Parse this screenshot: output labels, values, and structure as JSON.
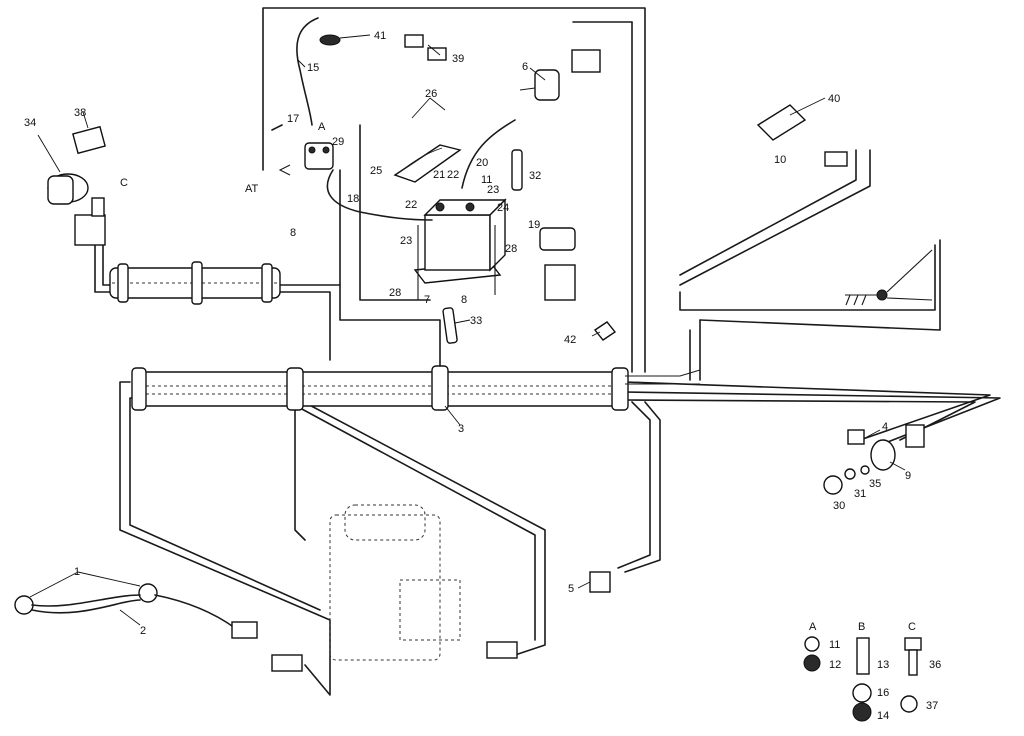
{
  "labels": {
    "p1": "1",
    "p2": "2",
    "p3": "3",
    "p4": "4",
    "p5": "5",
    "p6": "6",
    "p7": "7",
    "p8a": "8",
    "p8b": "8",
    "p9": "9",
    "p10": "10",
    "p11a": "11",
    "p11b": "11",
    "p12": "12",
    "p13": "13",
    "p14": "14",
    "p15": "15",
    "p16": "16",
    "p17": "17",
    "p18": "18",
    "p19": "19",
    "p20": "20",
    "p21": "21",
    "p22a": "22",
    "p22b": "22",
    "p23a": "23",
    "p23b": "23",
    "p24": "24",
    "p25": "25",
    "p26": "26",
    "p28a": "28",
    "p28b": "28",
    "p29": "29",
    "p30": "30",
    "p31": "31",
    "p32": "32",
    "p33": "33",
    "p34": "34",
    "p35": "35",
    "p36": "36",
    "p37": "37",
    "p38": "38",
    "p39": "39",
    "p40": "40",
    "p41": "41",
    "p42": "42",
    "refA": "A",
    "refB": "B",
    "refC": "C",
    "refA2": "A",
    "refC2": "C",
    "refAT": "AT"
  }
}
